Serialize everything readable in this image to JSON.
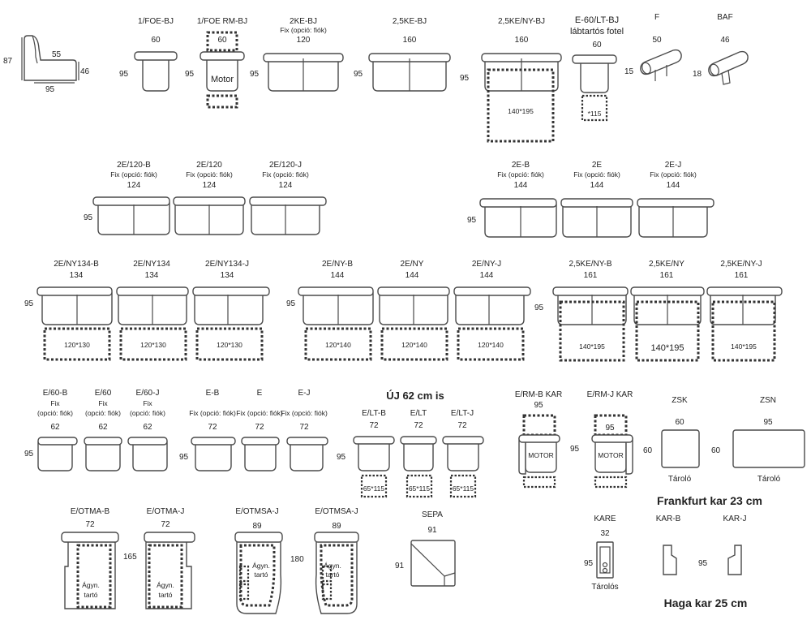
{
  "side_view": {
    "height": "87",
    "seat_depth_inner": "55",
    "seat_height": "46",
    "depth": "95"
  },
  "row1": [
    {
      "id": "1foe",
      "name": "1/FOE-BJ",
      "width": "60",
      "depth": "95"
    },
    {
      "id": "1foerm",
      "name": "1/FOE RM-BJ",
      "width": "60",
      "depth": "95",
      "motor": "Motor"
    },
    {
      "id": "2ke",
      "name": "2KE-BJ",
      "note": "Fix (opció: fiók)",
      "width": "120",
      "depth": "95"
    },
    {
      "id": "25ke",
      "name": "2,5KE-BJ",
      "width": "160",
      "depth": "95"
    },
    {
      "id": "25keny",
      "name": "2,5KE/NY-BJ",
      "width": "160",
      "depth": "95",
      "bed": "140*195"
    },
    {
      "id": "e60lt",
      "name": "E-60/LT-BJ",
      "note": "lábtartós fotel",
      "width": "60",
      "foot": "*115"
    },
    {
      "id": "f",
      "name": "F",
      "width": "50",
      "depth": "15"
    },
    {
      "id": "baf",
      "name": "BAF",
      "width": "46",
      "depth": "18"
    }
  ],
  "row2_depth": "95",
  "row2": [
    {
      "id": "2e120b",
      "name": "2E/120-B",
      "note": "Fix (opció: fiók)",
      "width": "124"
    },
    {
      "id": "2e120",
      "name": "2E/120",
      "note": "Fix (opció: fiók)",
      "width": "124"
    },
    {
      "id": "2e120j",
      "name": "2E/120-J",
      "note": "Fix (opció: fiók)",
      "width": "124"
    },
    {
      "id": "2eb",
      "name": "2E-B",
      "note": "Fix (opció: fiók)",
      "width": "144"
    },
    {
      "id": "2e",
      "name": "2E",
      "note": "Fix (opció: fiók)",
      "width": "144"
    },
    {
      "id": "2ej",
      "name": "2E-J",
      "note": "Fix (opció: fiók)",
      "width": "144"
    }
  ],
  "row3_depth": "95",
  "row3": [
    {
      "id": "2eny134b",
      "name": "2E/NY134-B",
      "width": "134",
      "bed": "120*130"
    },
    {
      "id": "2eny134",
      "name": "2E/NY134",
      "width": "134",
      "bed": "120*130"
    },
    {
      "id": "2eny134j",
      "name": "2E/NY134-J",
      "width": "134",
      "bed": "120*130"
    },
    {
      "id": "2enyb",
      "name": "2E/NY-B",
      "width": "144",
      "bed": "120*140"
    },
    {
      "id": "2eny",
      "name": "2E/NY",
      "width": "144",
      "bed": "120*140"
    },
    {
      "id": "2enyj",
      "name": "2E/NY-J",
      "width": "144",
      "bed": "120*140"
    },
    {
      "id": "25kenyb",
      "name": "2,5KE/NY-B",
      "width": "161",
      "bed": "140*195"
    },
    {
      "id": "25keny2",
      "name": "2,5KE/NY",
      "width": "161",
      "bed": "140*195"
    },
    {
      "id": "25kenyj",
      "name": "2,5KE/NY-J",
      "width": "161",
      "bed": "140*195"
    }
  ],
  "row4_depth": "95",
  "row4": [
    {
      "id": "e60b",
      "name": "E/60-B",
      "note1": "Fix",
      "note2": "(opció: fiók)",
      "width": "62"
    },
    {
      "id": "e60",
      "name": "E/60",
      "note1": "Fix",
      "note2": "(opció: fiók)",
      "width": "62"
    },
    {
      "id": "e60j",
      "name": "E/60-J",
      "note1": "Fix",
      "note2": "(opció: fiók)",
      "width": "62"
    },
    {
      "id": "eb",
      "name": "E-B",
      "note": "Fix (opció: fiók)",
      "width": "72"
    },
    {
      "id": "e",
      "name": "E",
      "note": "Fix (opció: fiók)",
      "width": "72"
    },
    {
      "id": "ej",
      "name": "E-J",
      "note": "Fix (opció: fiók)",
      "width": "72"
    },
    {
      "id": "eltb",
      "name": "E/LT-B",
      "width": "72",
      "foot": "65*115"
    },
    {
      "id": "elt",
      "name": "E/LT",
      "width": "72",
      "foot": "65*115"
    },
    {
      "id": "eltj",
      "name": "E/LT-J",
      "width": "72",
      "foot": "65*115"
    }
  ],
  "new_note": "ÚJ 62 cm is",
  "motor_units": {
    "depth": "95",
    "items": [
      {
        "id": "ermb",
        "name": "E/RM-B KAR",
        "width": "95",
        "motor": "MOTOR"
      },
      {
        "id": "ermj",
        "name": "E/RM-J KAR",
        "width": "95",
        "motor": "MOTOR"
      }
    ]
  },
  "storage": [
    {
      "id": "zsk",
      "name": "ZSK",
      "width": "60",
      "depth": "60",
      "label": "Tároló"
    },
    {
      "id": "zsn",
      "name": "ZSN",
      "width": "95",
      "depth": "60",
      "label": "Tároló"
    }
  ],
  "frankfurt_note": "Frankfurt kar 23 cm",
  "row5": [
    {
      "id": "eotmab",
      "name": "E/OTMA-B",
      "width": "72",
      "depth": "165",
      "label1": "Ágyn.",
      "label2": "tartó"
    },
    {
      "id": "eotmaj",
      "name": "E/OTMA-J",
      "width": "72",
      "label1": "Ágyn.",
      "label2": "tartó"
    },
    {
      "id": "eotmsaj",
      "name": "E/OTMSA-J",
      "width": "89",
      "depth": "180",
      "label1": "Ágyn.",
      "label2": "tartó"
    },
    {
      "id": "eotmsaj2",
      "name": "E/OTMSA-J",
      "width": "89",
      "label1": "Ágyn.",
      "label2": "tartó"
    }
  ],
  "sepa": {
    "name": "SEPA",
    "width": "91",
    "depth": "91"
  },
  "arms": {
    "kare": {
      "name": "KARE",
      "width": "32",
      "depth": "95",
      "label": "Tárolós"
    },
    "karb": {
      "name": "KAR-B",
      "depth": "95"
    },
    "karj": {
      "name": "KAR-J"
    }
  },
  "haga_note": "Haga kar 25 cm"
}
